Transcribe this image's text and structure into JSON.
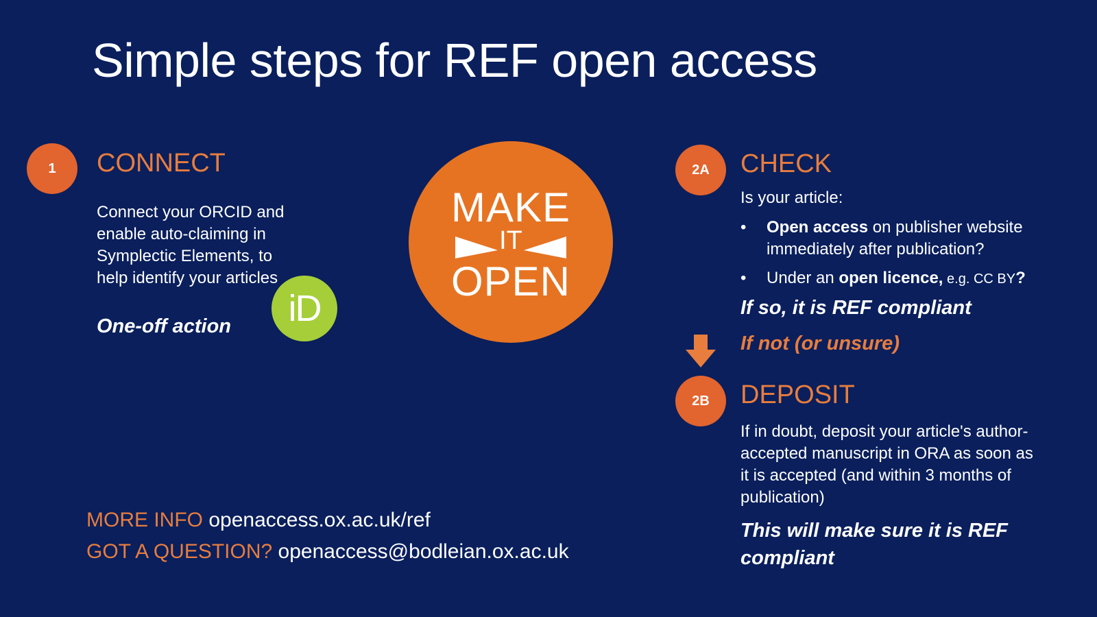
{
  "title": "Simple steps for REF open access",
  "step1": {
    "number": "1",
    "heading": "CONNECT",
    "text": "Connect your ORCID and enable auto-claiming in Symplectic Elements, to help identify your articles",
    "emphasis": "One-off action",
    "badge_icon": "orcid-id-icon",
    "badge_text": "iD"
  },
  "logo": {
    "line1": "MAKE",
    "line2": "IT",
    "line3": "OPEN"
  },
  "step2a": {
    "number": "2A",
    "heading": "CHECK",
    "intro": "Is your article:",
    "bullet1_bold": "Open access",
    "bullet1_rest": " on publisher website immediately after publication?",
    "bullet2_pre": "Under an ",
    "bullet2_bold": "open licence,",
    "bullet2_small": "  e.g. CC BY",
    "bullet2_end": "?",
    "conclusion": "If so, it is REF compliant"
  },
  "transition": {
    "arrow_icon": "arrow-down-icon",
    "text": "If not (or unsure)"
  },
  "step2b": {
    "number": "2B",
    "heading": "DEPOSIT",
    "text": "If in doubt, deposit your article's author-accepted manuscript in ORA as soon as it is accepted (and within 3 months of publication)",
    "conclusion": "This will make sure it is REF compliant"
  },
  "footer": {
    "more_label": "MORE INFO",
    "more_value": "openaccess.ox.ac.uk/ref",
    "question_label": "GOT A QUESTION?",
    "question_value": "openaccess@bodleian.ox.ac.uk"
  },
  "colors": {
    "background": "#0a1f5c",
    "accent": "#e87d3e",
    "step_circle": "#e2642f",
    "logo": "#e67322",
    "orcid": "#a6ce39"
  }
}
